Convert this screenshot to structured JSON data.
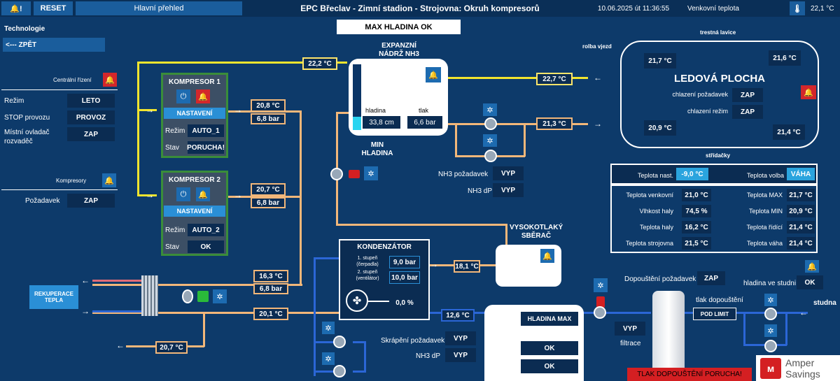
{
  "topbar": {
    "alarm_icon": "bell-alert-icon",
    "reset_label": "RESET",
    "home_label": "Hlavní přehled",
    "title": "EPC Břeclav - Zimní stadion - Strojovna: Okruh kompresorů",
    "datetime": "10.06.2025 út 11:36:55",
    "outdoor_label": "Venkovní teplota",
    "thermo_icon": "thermometer-icon",
    "outdoor_value": "22,1 °C"
  },
  "left": {
    "technologie": "Technologie",
    "back_label": "<--- ZPĚT",
    "central_label": "Centrální řízení",
    "rezim_label": "Režim",
    "rezim_value": "LETO",
    "stop_label": "STOP provozu",
    "stop_value": "PROVOZ",
    "mistni_label_1": "Místní ovladač",
    "mistni_label_2": "rozvaděč",
    "mistni_value": "ZAP",
    "kompresory_label": "Kompresory",
    "pozadavek_label": "Požadavek",
    "pozadavek_value": "ZAP"
  },
  "banner": "MAX HLADINA OK",
  "k1": {
    "title": "KOMPRESOR 1",
    "nastaveni": "NASTAVENÍ",
    "rezim_label": "Režim",
    "rezim_value": "AUTO_1",
    "stav_label": "Stav",
    "stav_value": "PORUCHA!",
    "temp": "20,8 °C",
    "press": "6,8 bar"
  },
  "k2": {
    "title": "KOMPRESOR 2",
    "nastaveni": "NASTAVENÍ",
    "rezim_label": "Režim",
    "rezim_value": "AUTO_2",
    "stav_label": "Stav",
    "stav_value": "OK",
    "temp": "20,7 °C",
    "press": "6,8 bar"
  },
  "tank": {
    "title_1": "EXPANZNÍ",
    "title_2": "NÁDRŽ NH3",
    "hladina_label": "hladina",
    "hladina_value": "33,8 cm",
    "tlak_label": "tlak",
    "tlak_value": "6,6 bar",
    "min_1": "MIN",
    "min_2": "HLADINA",
    "level_fraction": 0.2
  },
  "flows": {
    "top_left": "22,2 °C",
    "top_right": "22,7 °C",
    "mid_right": "21,3 °C",
    "nh3_poz_label": "NH3 požadavek",
    "nh3_poz_value": "VYP",
    "nh3_dp_label": "NH3 dP",
    "nh3_dp_value": "VYP"
  },
  "ice": {
    "title": "LEDOVÁ PLOCHA",
    "trestna": "trestná lavice",
    "rolba": "rolba vjezd",
    "stridacky": "střídačky",
    "t1": "21,7 °C",
    "t2": "21,6 °C",
    "t3": "20,9 °C",
    "t4": "21,4 °C",
    "chl_poz_label": "chlazení požadavek",
    "chl_poz_value": "ZAP",
    "chl_rez_label": "chlazení režim",
    "chl_rez_value": "ZAP"
  },
  "stats": {
    "nast_label": "Teplota nast.",
    "nast_value": "-9,0 °C",
    "volba_label": "Teplota volba",
    "volba_value": "VÁHA",
    "rows": [
      {
        "l1": "Teplota venkovní",
        "v1": "21,0 °C",
        "l2": "Teplota MAX",
        "v2": "21,7 °C"
      },
      {
        "l1": "Vlhkost haly",
        "v1": "74,5 %",
        "l2": "Teplota MIN",
        "v2": "20,9 °C"
      },
      {
        "l1": "Teplota haly",
        "v1": "16,2 °C",
        "l2": "Teplota řídící",
        "v2": "21,4 °C"
      },
      {
        "l1": "Teplota strojovna",
        "v1": "21,5 °C",
        "l2": "Teplota váha",
        "v2": "21,4 °C"
      }
    ]
  },
  "kond": {
    "title": "KONDENZÁTOR",
    "s1_1": "1. stupeň",
    "s1_2": "(čerpadla)",
    "s1_value": "9,0 bar",
    "s2_1": "2. stupeň",
    "s2_2": "(ventilátor)",
    "s2_value": "10,0 bar",
    "fan_value": "0,0 %"
  },
  "vysok": {
    "title_1": "VYSOKOTLAKÝ",
    "title_2": "SBĚRAČ",
    "temp": "18,1 °C"
  },
  "bottom": {
    "rekup_1": "REKUPERACE",
    "rekup_2": "TEPLA",
    "t_163": "16,3 °C",
    "p_68": "6,8 bar",
    "t_201": "20,1 °C",
    "t_207": "20,7 °C",
    "t_126": "12,6 °C",
    "skrap_label": "Skrápění požadavek",
    "skrap_value": "VYP",
    "nh3dp_label": "NH3 dP",
    "nh3dp_value": "VYP",
    "hladina_max": "HLADINA MAX",
    "ok1": "OK",
    "ok2": "OK",
    "filtr_value": "VYP",
    "filtr_label": "filtrace",
    "dop_label": "Dopouštění požadavek",
    "dop_value": "ZAP",
    "hl_studni_label": "hladina ve studni",
    "hl_studni_value": "OK",
    "tlak_dop_label": "tlak dopouštění",
    "pod_limit": "POD LIMIT",
    "studna": "studna",
    "porucha": "TLAK DOPOUŠTĚNÍ PORUCHA!",
    "logo_1": "Amper",
    "logo_2": "Savings"
  }
}
